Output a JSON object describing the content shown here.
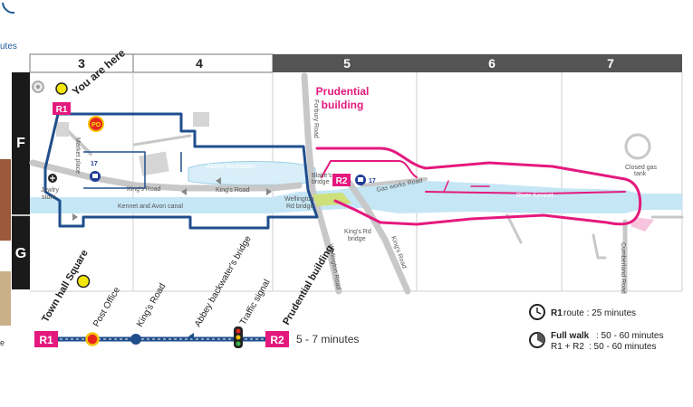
{
  "header": {
    "columns": [
      "3",
      "4",
      "5",
      "6",
      "7"
    ],
    "rows": [
      "F",
      "G"
    ],
    "corner_text": "utes"
  },
  "markers": {
    "you_are_here": "You are here",
    "r1": "R1",
    "r2": "R2",
    "po": "PO",
    "bus_stop": "17",
    "prudential_title_line1": "Prudential",
    "prudential_title_line2": "building"
  },
  "places": {
    "market_place": "Market place",
    "jewlry_store_1": "Jewlry",
    "jewlry_store_2": "store",
    "kings_road_1": "King's Road",
    "kings_road_2": "King's Road",
    "abbey_backwater": "Abbey backwater",
    "kennet_avon_canal": "Kennet and Avon canal",
    "blakes_bridge_1": "Blake's",
    "blakes_bridge_2": "bridge",
    "forbury_road": "Forbury Road",
    "wellington_bridge_1": "Wellington",
    "wellington_bridge_2": "Rd bridge",
    "wellington_road": "Wellington Road",
    "kings_rd_bridge_1": "King's Rd",
    "kings_rd_bridge_2": "bridge",
    "kings_road_vertical": "King's Road",
    "gas_works_road": "Gas works Road",
    "river_kennet": "River Kennet",
    "closed_gas_tank_1": "Closed gas",
    "closed_gas_tank_2": "tank",
    "cumberland_road": "Cumberland Road"
  },
  "route_strip": {
    "stops": [
      "Town hall Square",
      "Post Office",
      "King's Road",
      "Abbey backwater's bridge",
      "Traffic signal",
      "Prudential building"
    ],
    "start": "R1",
    "end": "R2",
    "time": "5 - 7 minutes"
  },
  "legend": {
    "r1_label": "R1",
    "r1_text": "route : 25 minutes",
    "full_walk_label": "Full walk",
    "full_walk_text": ": 50 - 60 minutes",
    "r1r2_label": "R1 + R2",
    "r1r2_text": ": 50 - 60 minutes"
  },
  "colors": {
    "r1_route": "#1f4e8c",
    "r2_route": "#e4197e",
    "water": "#c5e6f5",
    "road": "#c8c8c8",
    "header_dark": "#545454",
    "row_band": "#1a1a1a",
    "you_are_here": "#f5e60a"
  },
  "left_edge": {
    "side_text": "e"
  }
}
